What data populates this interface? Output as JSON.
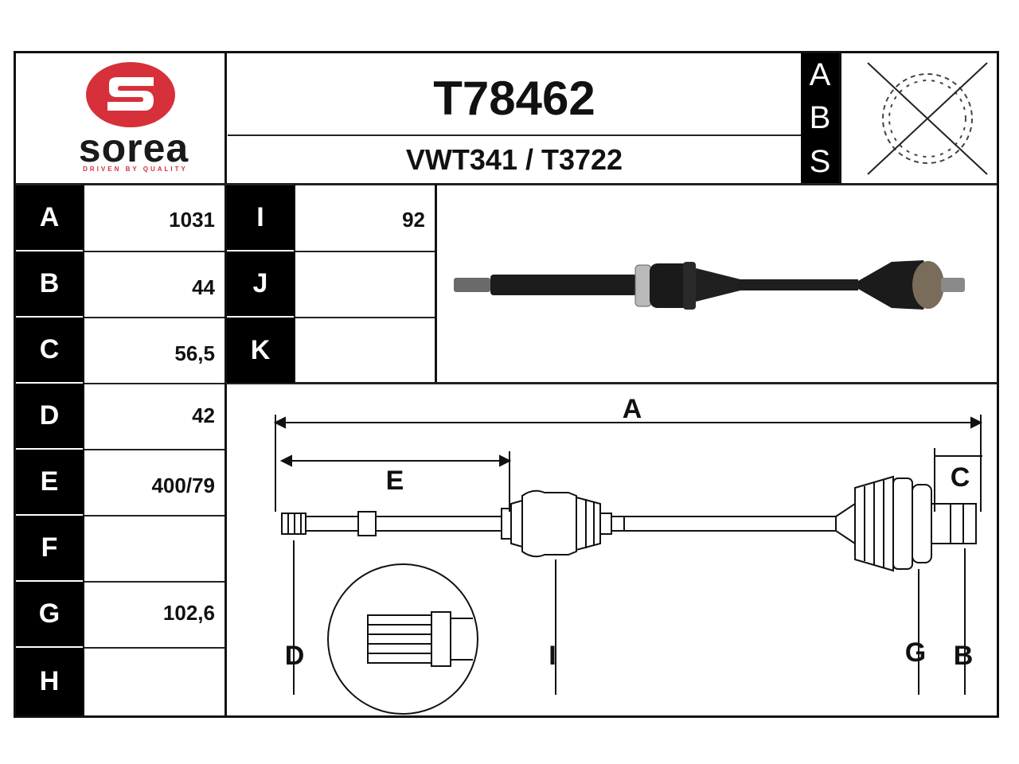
{
  "brand": {
    "name": "sorea",
    "tagline": "DRIVEN BY QUALITY",
    "logo_colors": {
      "disc": "#d6303a",
      "stripe": "#ffffff"
    }
  },
  "header": {
    "part_number": "T78462",
    "cross_reference": "VWT341 / T3722",
    "abs_letters": [
      "A",
      "B",
      "S"
    ],
    "abs_status_icon": "abs-ring-crossed-icon"
  },
  "specs_left": [
    {
      "key": "A",
      "value": "1031"
    },
    {
      "key": "B",
      "value": "44"
    },
    {
      "key": "C",
      "value": "56,5"
    },
    {
      "key": "D",
      "value": "42"
    },
    {
      "key": "E",
      "value": "400/79"
    },
    {
      "key": "F",
      "value": ""
    },
    {
      "key": "G",
      "value": "102,6"
    },
    {
      "key": "H",
      "value": ""
    }
  ],
  "specs_right": [
    {
      "key": "I",
      "value": "92"
    },
    {
      "key": "J",
      "value": ""
    },
    {
      "key": "K",
      "value": ""
    }
  ],
  "diagram": {
    "labels": {
      "A": "A",
      "E": "E",
      "C": "C",
      "D": "D",
      "I": "I",
      "G": "G",
      "B": "B"
    }
  }
}
